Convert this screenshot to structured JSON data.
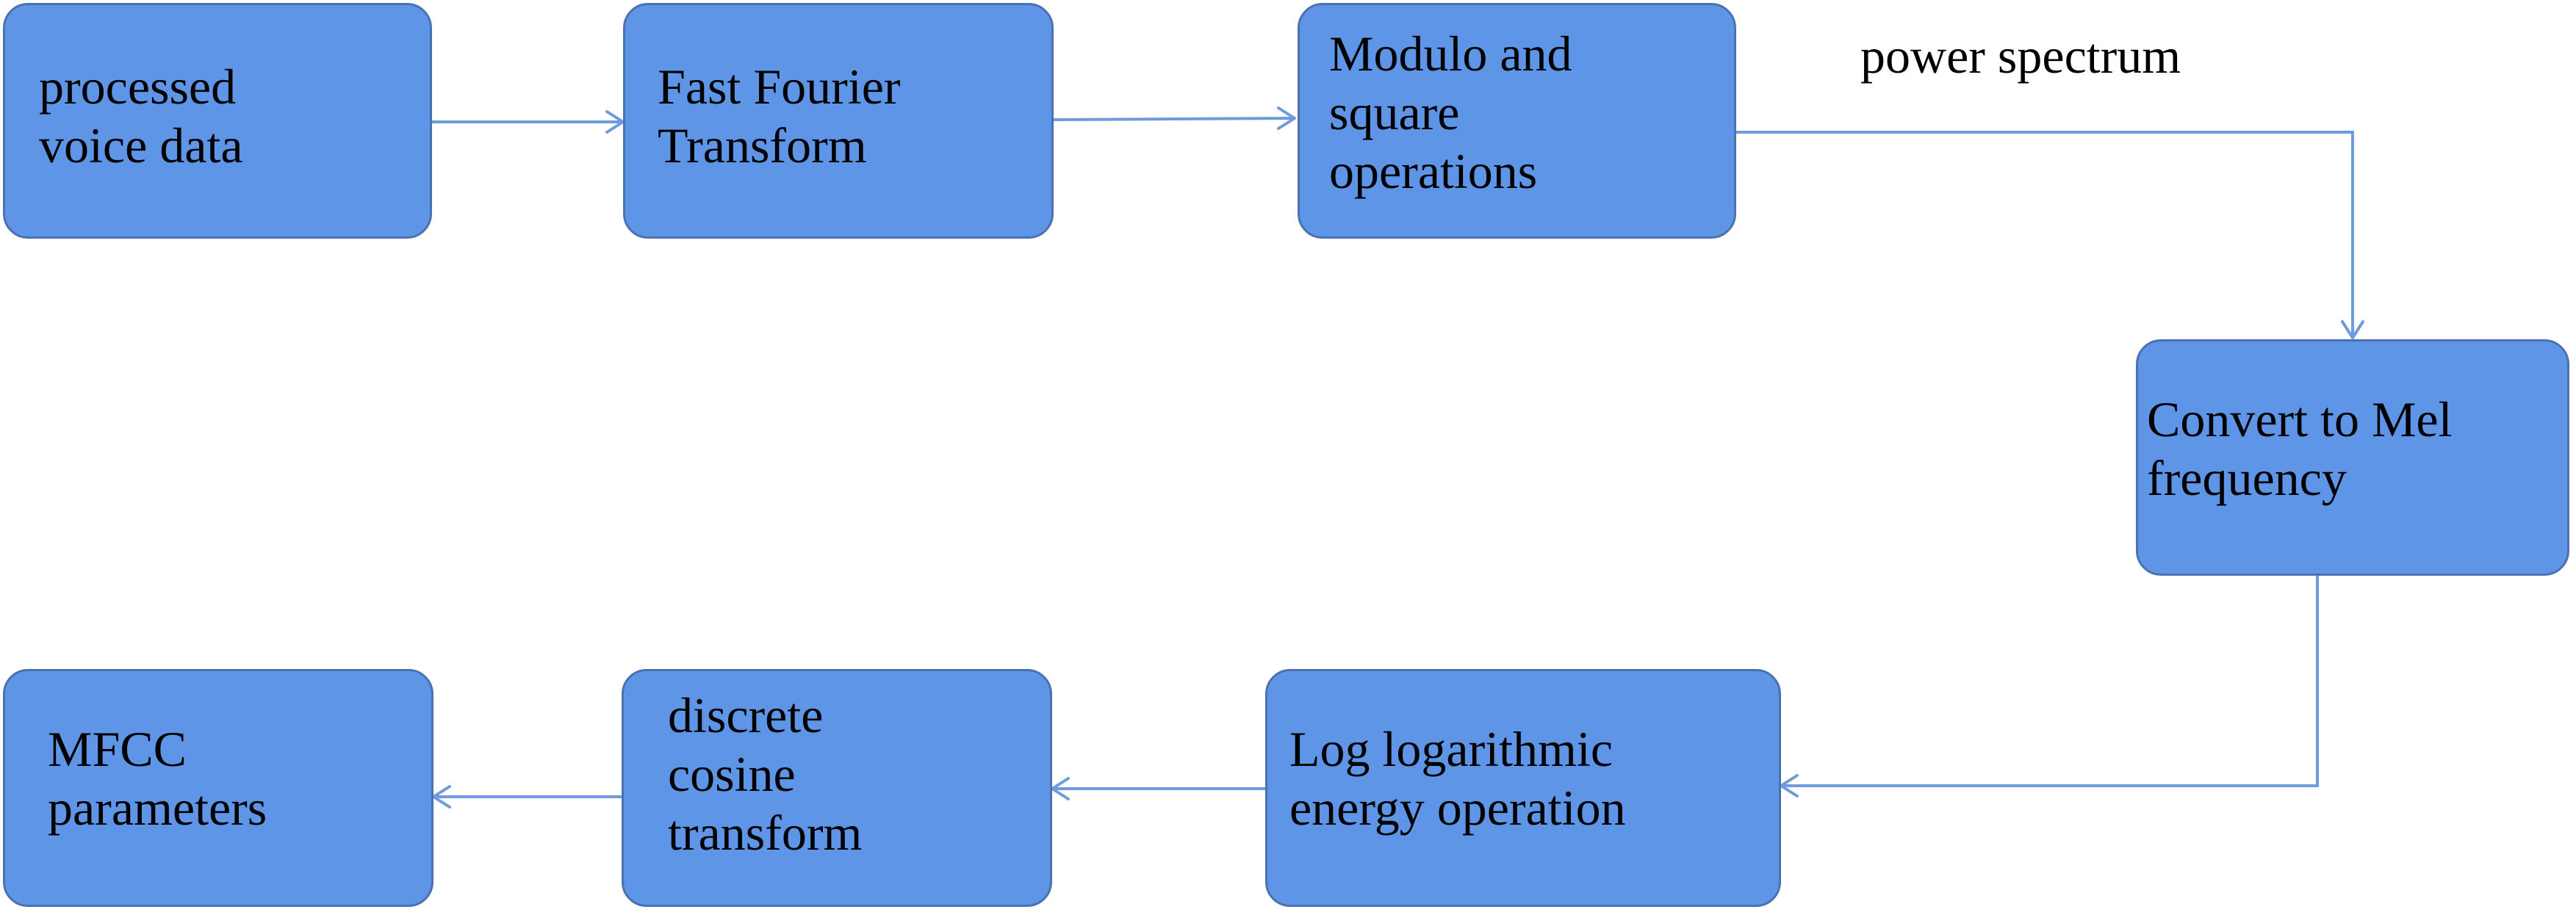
{
  "colors": {
    "node_fill": "#5f95e6",
    "node_border": "#4a72b0",
    "connector": "#6e9bdc",
    "text": "#000000",
    "background": "#ffffff"
  },
  "nodes": {
    "processed_voice_data": "processed\nvoice data",
    "fast_fourier_transform": "Fast Fourier\nTransform",
    "modulo_square": "Modulo and\nsquare\noperations",
    "convert_mel": "Convert to Mel\nfrequency",
    "log_energy": "Log logarithmic\nenergy operation",
    "dct": "discrete\ncosine\ntransform",
    "mfcc": "MFCC\nparameters"
  },
  "edge_labels": {
    "power_spectrum": "power spectrum"
  },
  "flow": [
    "processed_voice_data",
    "fast_fourier_transform",
    "modulo_square",
    "convert_mel",
    "log_energy",
    "dct",
    "mfcc"
  ]
}
